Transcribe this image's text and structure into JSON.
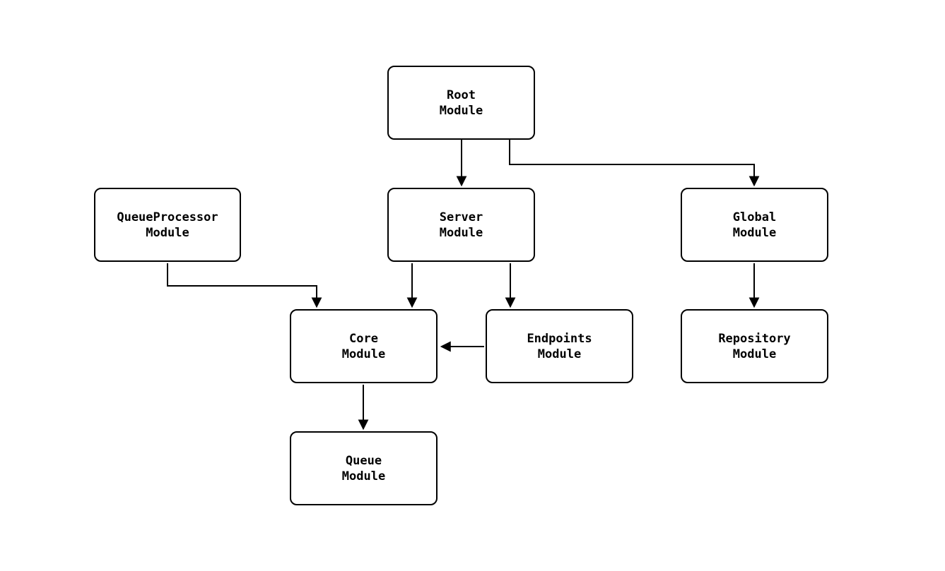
{
  "diagram": {
    "type": "module-dependency-graph",
    "nodes": {
      "root": {
        "label": "Root\nModule"
      },
      "server": {
        "label": "Server\nModule"
      },
      "queueprocessor": {
        "label": "QueueProcessor\nModule"
      },
      "global": {
        "label": "Global\nModule"
      },
      "core": {
        "label": "Core\nModule"
      },
      "endpoints": {
        "label": "Endpoints\nModule"
      },
      "repository": {
        "label": "Repository\nModule"
      },
      "queue": {
        "label": "Queue\nModule"
      }
    },
    "edges": [
      {
        "from": "Root Module",
        "to": "Server Module"
      },
      {
        "from": "Root Module",
        "to": "Global Module"
      },
      {
        "from": "QueueProcessor Module",
        "to": "Core Module"
      },
      {
        "from": "Server Module",
        "to": "Core Module"
      },
      {
        "from": "Server Module",
        "to": "Endpoints Module"
      },
      {
        "from": "Endpoints Module",
        "to": "Core Module"
      },
      {
        "from": "Global Module",
        "to": "Repository Module"
      },
      {
        "from": "Core Module",
        "to": "Queue Module"
      }
    ],
    "colors": {
      "background": "#ffffff",
      "node_fill": "#ffffff",
      "node_border": "#000000",
      "edge": "#000000",
      "text": "#000000"
    }
  }
}
